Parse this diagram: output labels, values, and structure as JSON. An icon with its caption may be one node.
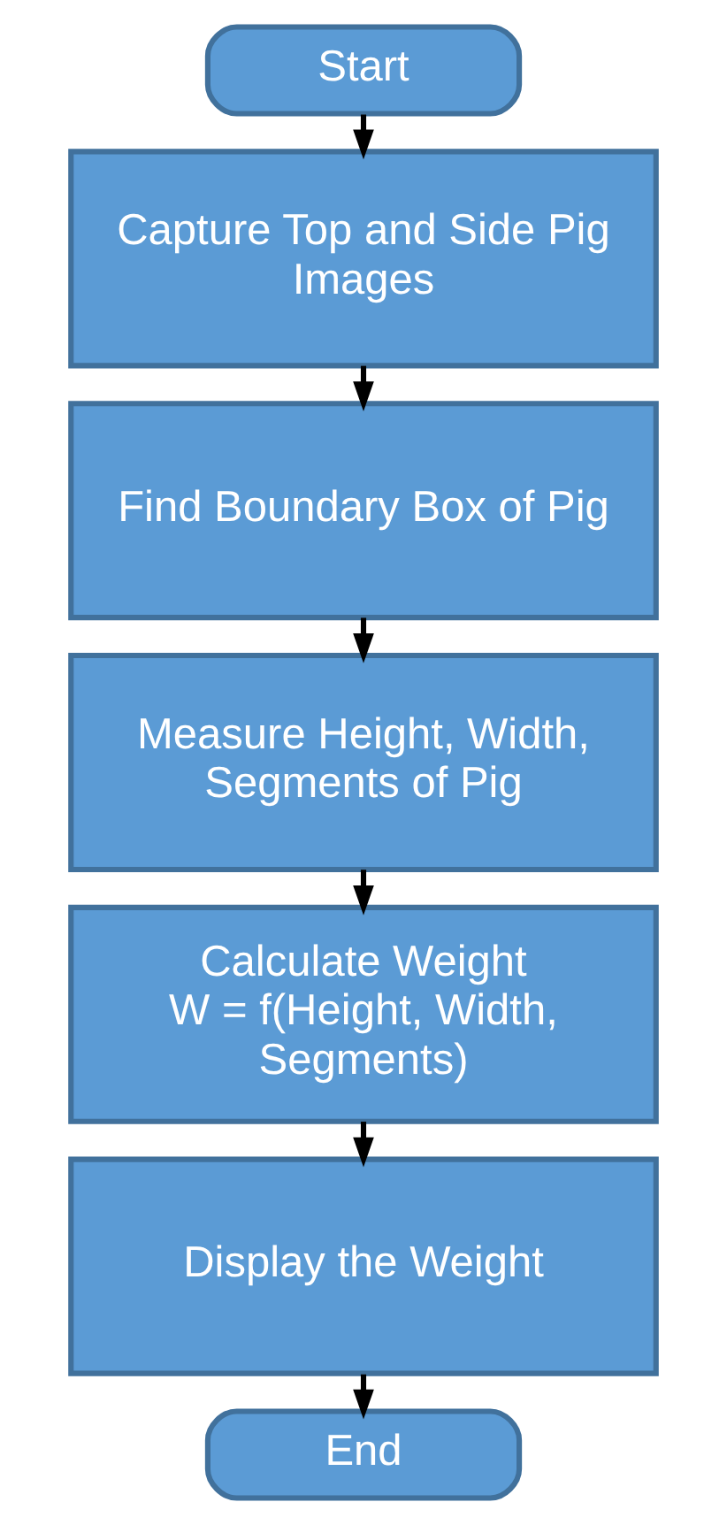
{
  "diagram": {
    "nodes": [
      {
        "text": [
          "Start"
        ]
      },
      {
        "text": [
          "Capture Top and Side Pig Images"
        ]
      },
      {
        "text": [
          "Find Boundary Box of Pig"
        ]
      },
      {
        "text": [
          "Measure Height, Width, Segments of Pig"
        ]
      },
      {
        "text": [
          "Calculate Weight",
          "W = f(Height, Width, Segments)"
        ]
      },
      {
        "text": [
          "Display the Weight"
        ]
      },
      {
        "text": [
          "End"
        ]
      }
    ],
    "edges": [
      {
        "from": 0,
        "to": 1,
        "arrow": "to"
      },
      {
        "from": 1,
        "to": 2,
        "arrow": "to"
      },
      {
        "from": 2,
        "to": 3,
        "arrow": "to"
      },
      {
        "from": 3,
        "to": 4,
        "arrow": "to"
      },
      {
        "from": 4,
        "to": 5,
        "arrow": "to"
      },
      {
        "from": 5,
        "to": 6,
        "arrow": "to"
      }
    ]
  }
}
